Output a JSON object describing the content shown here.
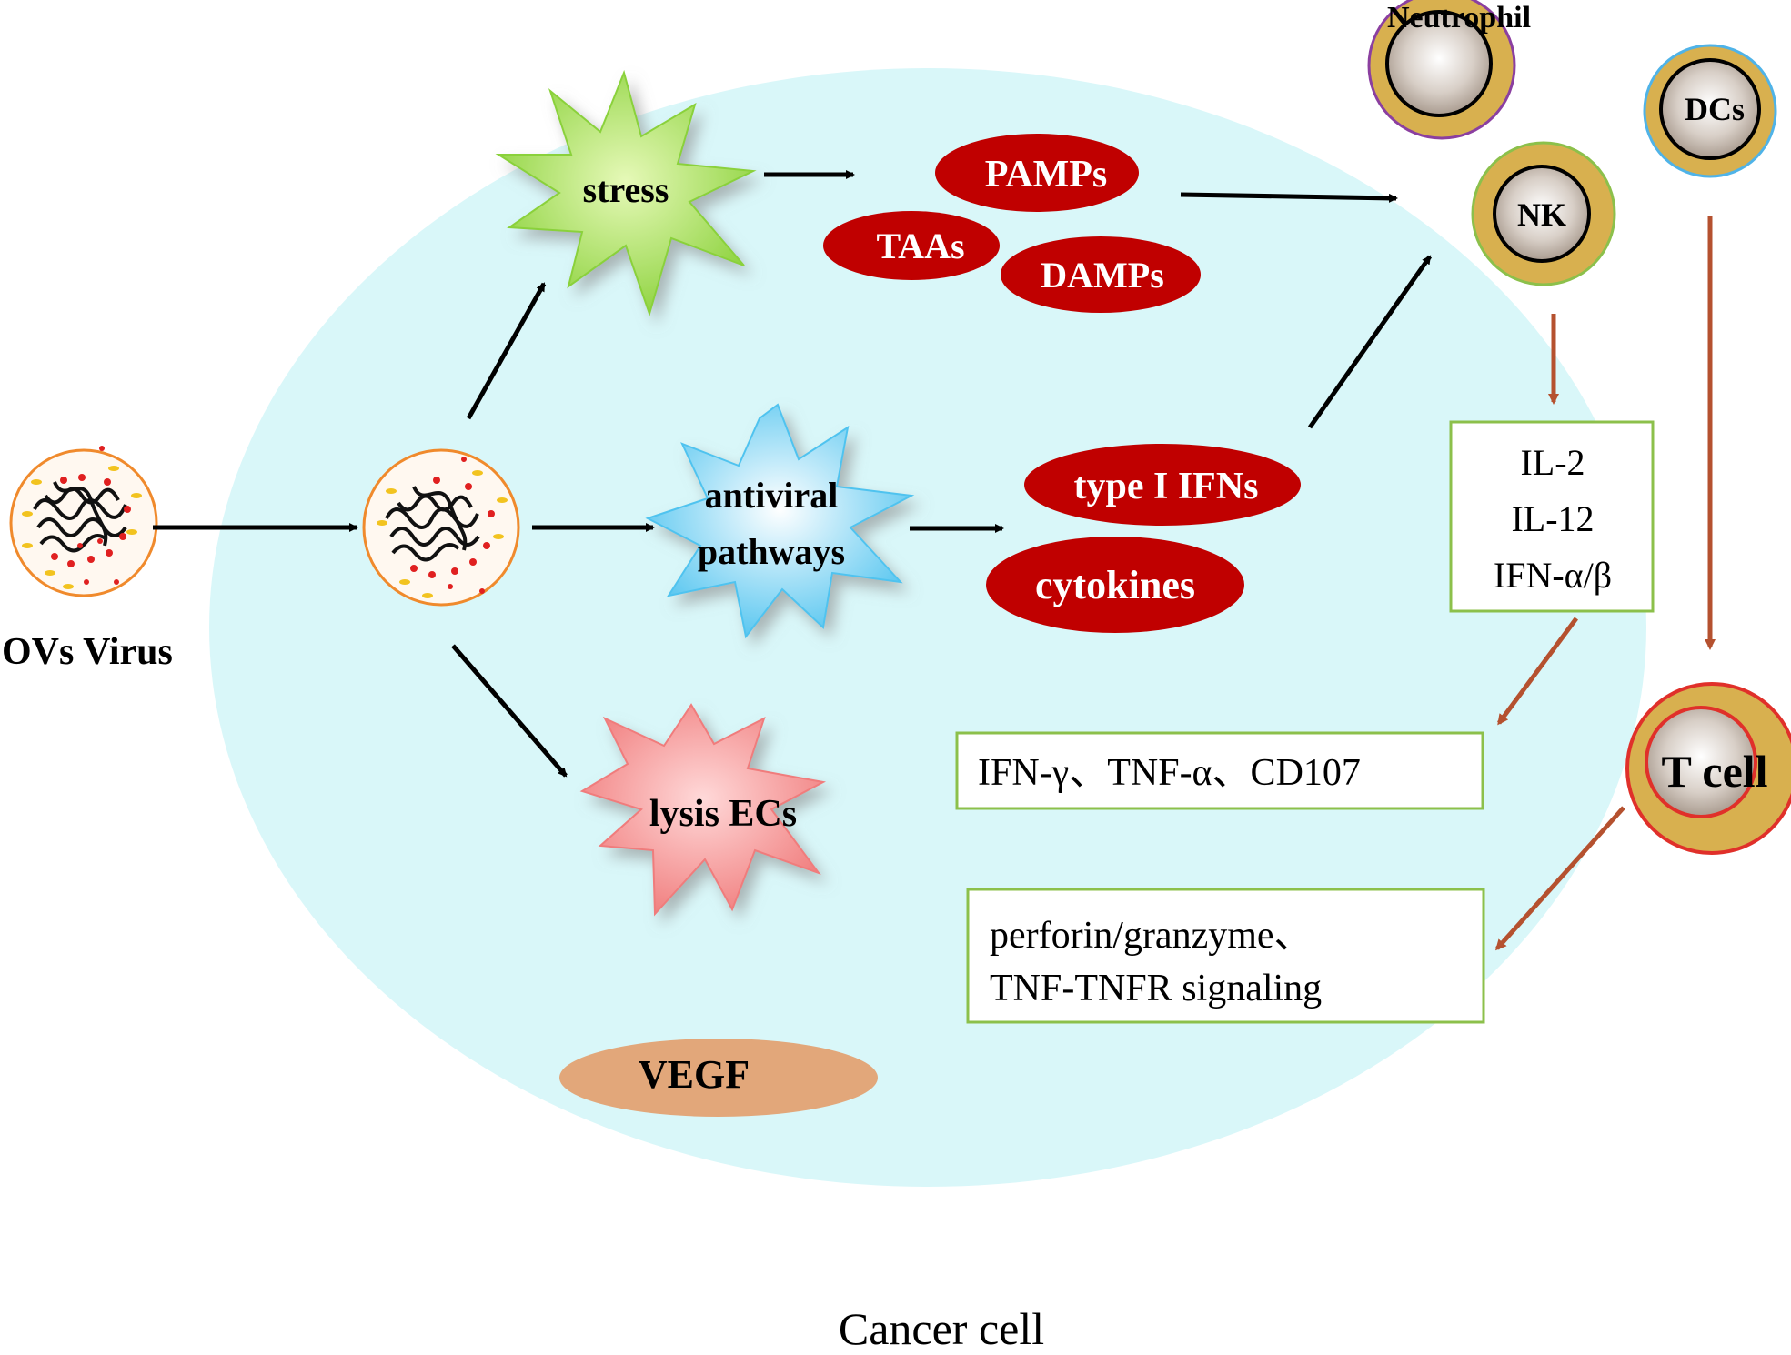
{
  "labels": {
    "ovs_virus": "OVs Virus",
    "stress": "stress",
    "antiviral_line1": "antiviral",
    "antiviral_line2": "pathways",
    "lysis": "lysis ECs",
    "vegf": "VEGF",
    "pamps": "PAMPs",
    "taas": "TAAs",
    "damps": "DAMPs",
    "type1_ifns": "type I IFNs",
    "cytokines": "cytokines",
    "neutrophil": "Neutrophil",
    "nk": "NK",
    "dcs": "DCs",
    "t_cell": "T cell",
    "cancer_cell": "Cancer cell"
  },
  "boxes": {
    "interleukins": [
      "IL-2",
      "IL-12",
      "IFN-α/β"
    ],
    "effector": "IFN-γ、TNF-α、CD107",
    "killing": [
      "perforin/granzyme、",
      "TNF-TNFR signaling"
    ]
  },
  "colors": {
    "cell_fill": "#d9f7f9",
    "red_oval": "#c00000",
    "vegf_oval": "#e2a77a",
    "stress_burst": "#a8e64a",
    "antiviral_burst": "#6fd3f5",
    "lysis_burst": "#f59a9a",
    "box_border": "#8cc04b",
    "brown_arrow": "#b5512f",
    "immune_cell_fill": "#d8b04f"
  }
}
